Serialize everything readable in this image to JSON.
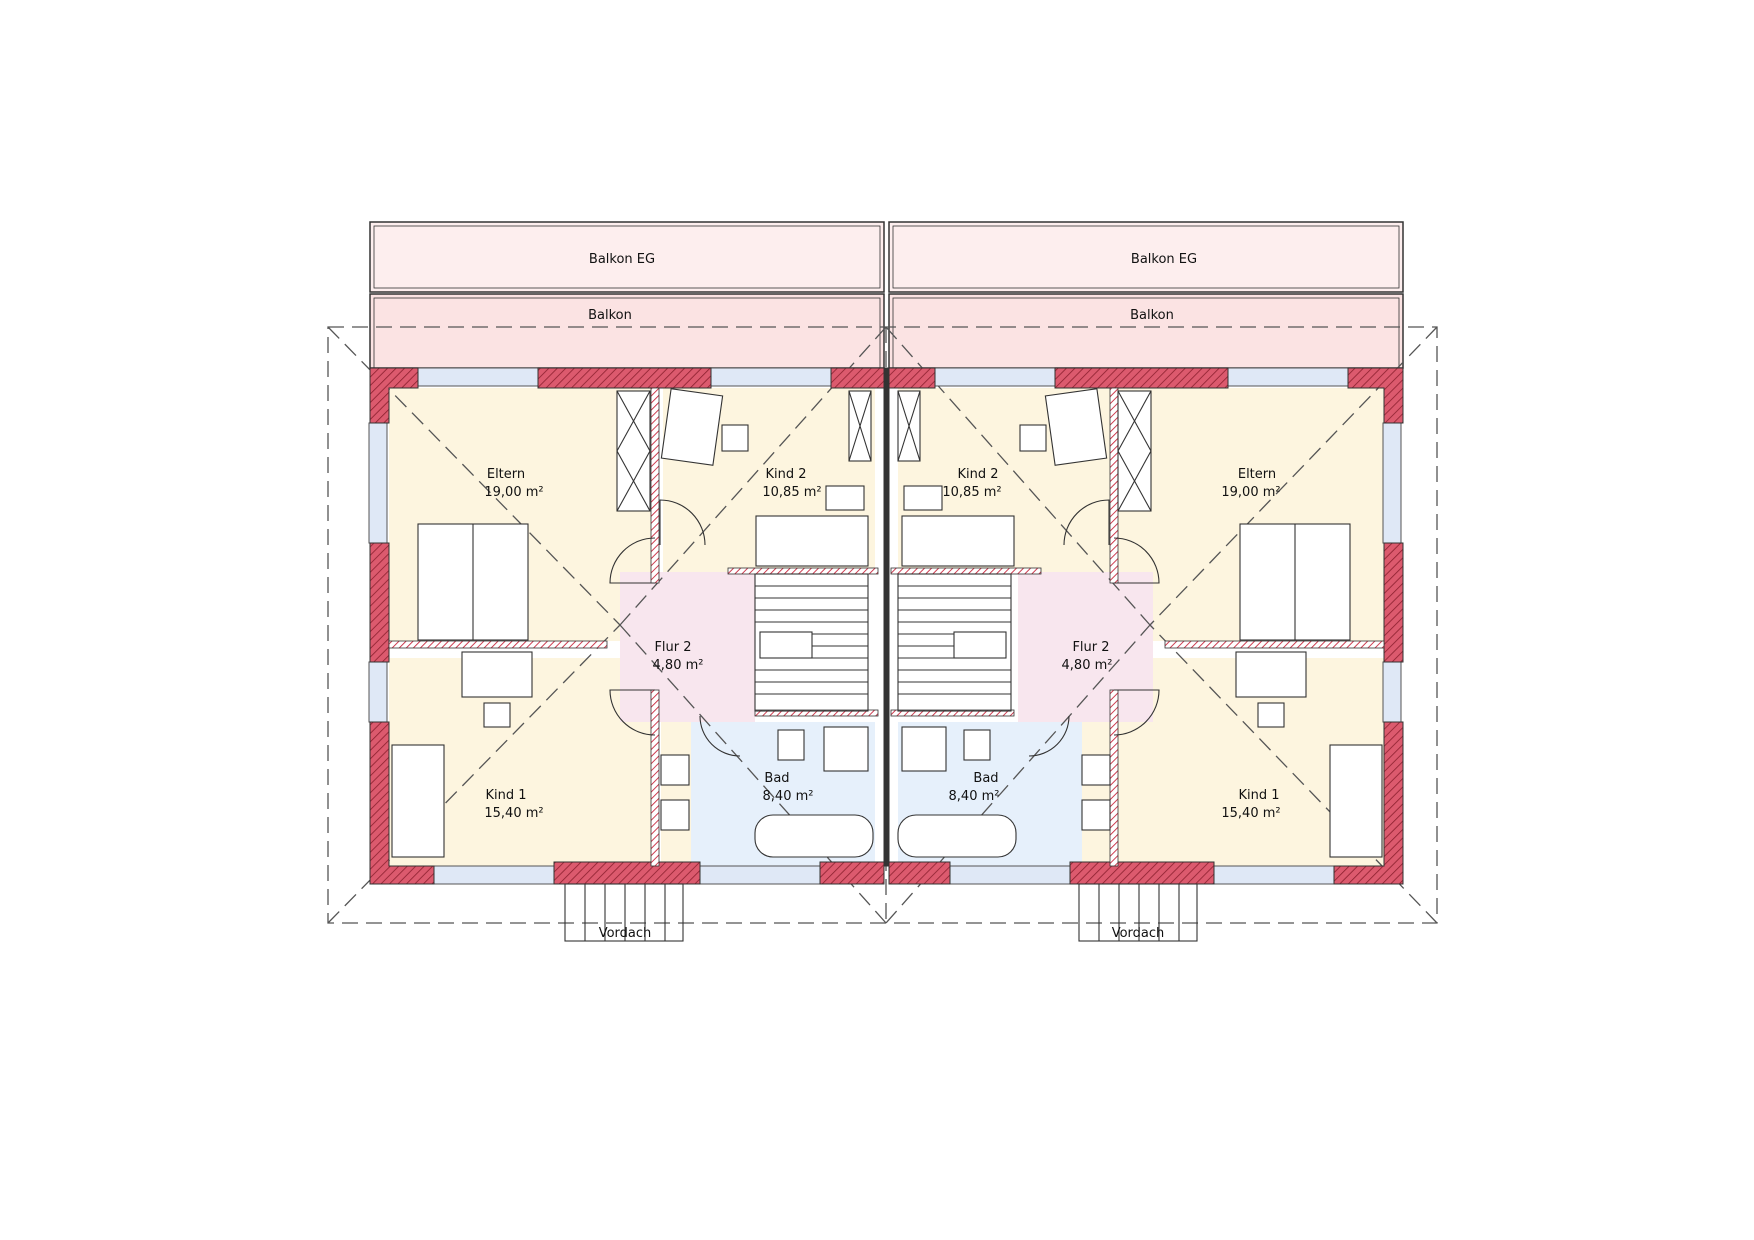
{
  "units": [
    {
      "balkon_eg": "Balkon EG",
      "balkon": "Balkon",
      "vordach": "Vordach",
      "rooms": {
        "eltern": {
          "name": "Eltern",
          "area": "19,00 m²"
        },
        "kind2": {
          "name": "Kind 2",
          "area": "10,85 m²"
        },
        "flur2": {
          "name": "Flur 2",
          "area": "4,80 m²"
        },
        "kind1": {
          "name": "Kind 1",
          "area": "15,40 m²"
        },
        "bad": {
          "name": "Bad",
          "area": "8,40  m²"
        }
      }
    },
    {
      "balkon_eg": "Balkon EG",
      "balkon": "Balkon",
      "vordach": "Vordach",
      "rooms": {
        "eltern": {
          "name": "Eltern",
          "area": "19,00 m²"
        },
        "kind2": {
          "name": "Kind 2",
          "area": "10,85 m²"
        },
        "flur2": {
          "name": "Flur 2",
          "area": "4,80 m²"
        },
        "kind1": {
          "name": "Kind 1",
          "area": "15,40 m²"
        },
        "bad": {
          "name": "Bad",
          "area": "8,40  m²"
        }
      }
    }
  ],
  "colors": {
    "wall_fill": "#dc5a6e",
    "wall_hatch": "#8b1f2e",
    "room_yellow": "#fdf5df",
    "room_pink": "#f8e6ee",
    "room_blue": "#e6f0fb",
    "balcony_light": "#fdeeee",
    "balcony_mid": "#fbe3e3"
  }
}
